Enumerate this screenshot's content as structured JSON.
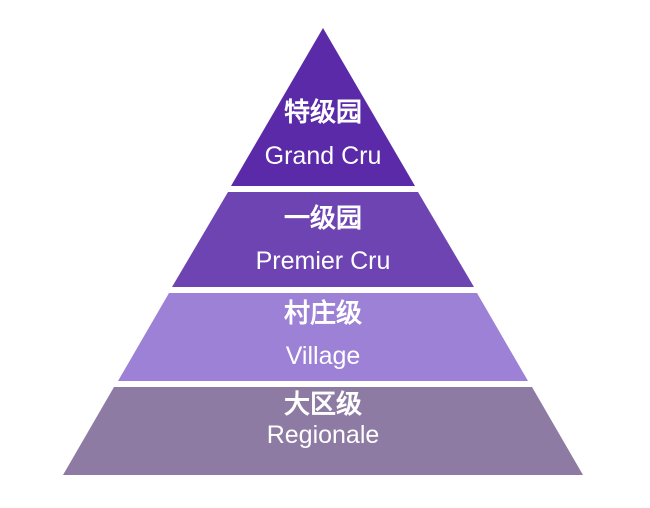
{
  "diagram": {
    "type": "pyramid",
    "subject": "Burgundy wine classification levels",
    "background_color": "#ffffff",
    "text_color": "#ffffff",
    "levels": [
      {
        "rank": 1,
        "label_zh": "特级园",
        "label_en": "Grand Cru",
        "color": "#5b2aa8"
      },
      {
        "rank": 2,
        "label_zh": "一级园",
        "label_en": "Premier Cru",
        "color": "#6e44b2"
      },
      {
        "rank": 3,
        "label_zh": "村庄级",
        "label_en": "Village",
        "color": "#9c81d6"
      },
      {
        "rank": 4,
        "label_zh": "大区级",
        "label_en": "Regionale",
        "color": "#8d7ba4"
      }
    ]
  }
}
